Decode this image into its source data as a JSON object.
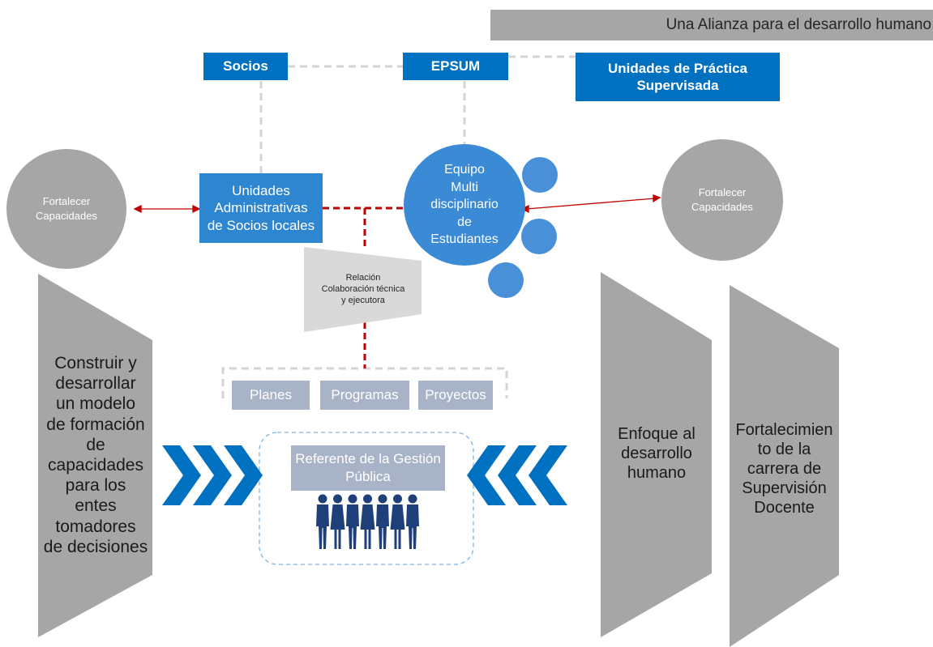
{
  "banner": {
    "text": "Una Alianza para el desarrollo humano"
  },
  "top_boxes": {
    "socios": "Socios",
    "epsum": "EPSUM",
    "unidades_practica": [
      "Unidades de Práctica",
      "Supervisada"
    ]
  },
  "unidades_admin": [
    "Unidades",
    "Administrativas",
    "de Socios locales"
  ],
  "equipo": [
    "Equipo",
    "Multi",
    "disciplinario",
    "de",
    "Estudiantes"
  ],
  "fortalecer_left": [
    "Fortalecer",
    "Capacidades"
  ],
  "fortalecer_right": [
    "Fortalecer",
    "Capacidades"
  ],
  "relacion": [
    "Relación",
    "Colaboración técnica",
    "y ejecutora"
  ],
  "products": [
    "Planes",
    "Programas",
    "Proyectos"
  ],
  "referente": [
    "Referente de la Gestión",
    "Pública"
  ],
  "left_trapezoid": [
    "Construir y",
    "desarrollar",
    "un modelo",
    "de formación",
    "de",
    "capacidades",
    "para los",
    "entes",
    "tomadores",
    "de decisiones"
  ],
  "enfoque": [
    "Enfoque al",
    "desarrollo",
    "humano"
  ],
  "fortalecimiento": [
    "Fortalecimien",
    "to de la",
    "carrera de",
    "Supervisión",
    "Docente"
  ],
  "colors": {
    "blue": "#0070c0",
    "gray": "#a6a6a6",
    "red_dash": "#c00000",
    "arrow_red": "#c00000",
    "light_gray_dash": "#d0d0d0"
  },
  "icons": {
    "people": "people-group-icon",
    "chevrons": "chevron-right-icon"
  }
}
